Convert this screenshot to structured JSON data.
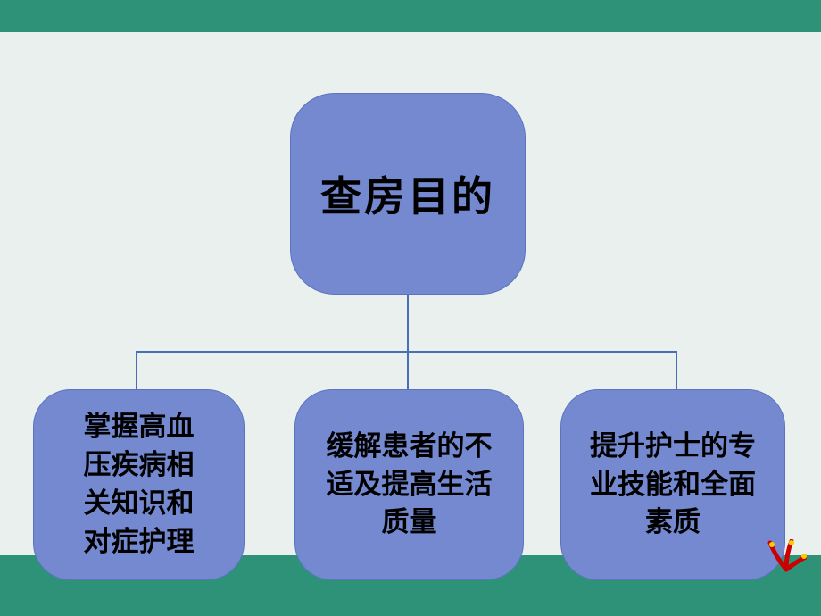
{
  "slide": {
    "colors": {
      "background": "#eaf0ee",
      "top_band": "#2d9277",
      "bottom_band": "#2d9277",
      "box_fill": "#7489d0",
      "box_border": "#5c74bf",
      "connector": "#4a6db8",
      "text": "#000000"
    }
  },
  "diagram": {
    "root": {
      "label": "查房目的"
    },
    "children": [
      {
        "label": "掌握高血\n压疾病相\n关知识和\n对症护理"
      },
      {
        "label": "缓解患者的不\n适及提高生活\n质量"
      },
      {
        "label": "提升护士的专\n业技能和全面\n素质"
      }
    ]
  },
  "decoration": {
    "name": "ribbon-ornament",
    "colors": [
      "#cc0000",
      "#ffcc00"
    ]
  }
}
